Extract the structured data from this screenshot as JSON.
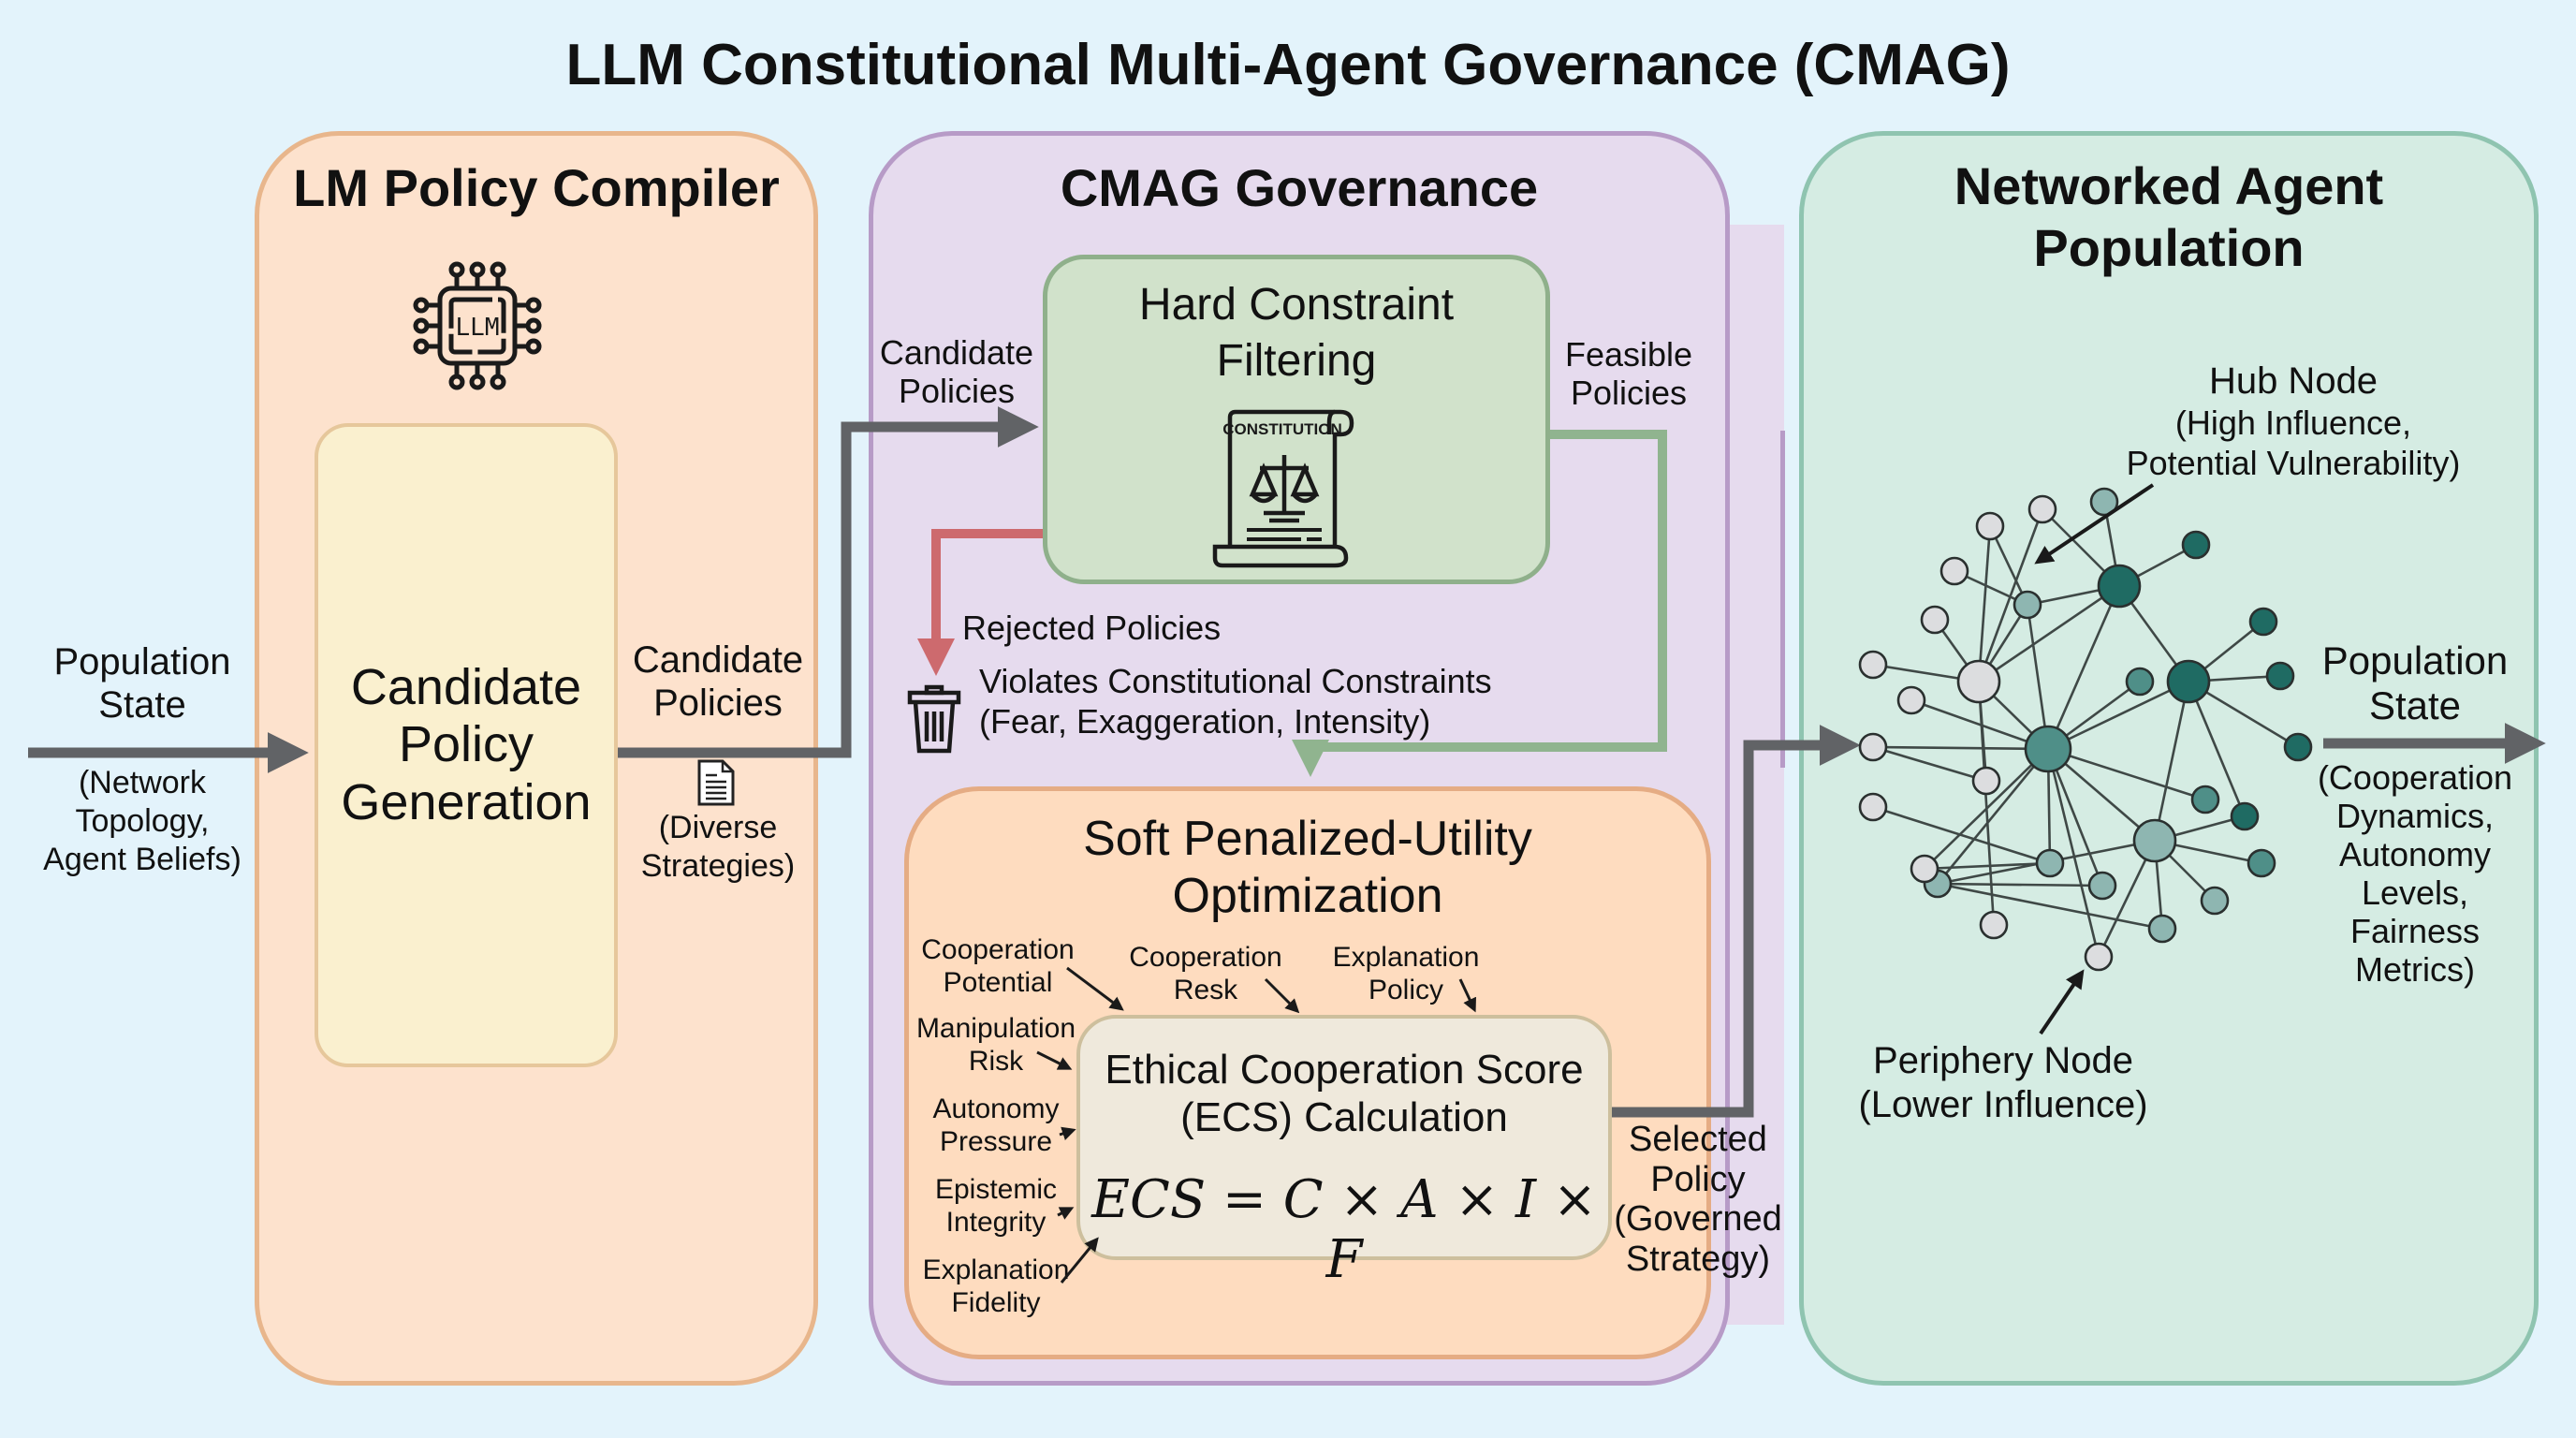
{
  "title": "LLM Constitutional Multi-Agent Governance (CMAG)",
  "colors": {
    "background": "#e3f3fb",
    "compiler_fill": "#fde2cd",
    "governance_fill": "#e6dbee",
    "network_fill": "#d5ece3",
    "hard_filter_fill": "#d1e2cb",
    "arrow_gray": "#616366",
    "reject_red": "#cd6a6e",
    "feasible_green": "#90b48f",
    "hub_node": "#1f6b63",
    "periphery_node": "#dcdddf"
  },
  "input": {
    "label_line1": "Population",
    "label_line2": "State",
    "detail_line1": "(Network",
    "detail_line2": "Topology,",
    "detail_line3": "Agent Beliefs)"
  },
  "compiler": {
    "title": "LM Policy Compiler",
    "chip_icon_label": "LLM",
    "generation_box": "Candidate Policy Generation",
    "output_label_line1": "Candidate",
    "output_label_line2": "Policies",
    "output_detail_line1": "(Diverse",
    "output_detail_line2": "Strategies)"
  },
  "governance": {
    "title": "CMAG Governance",
    "input_label_line1": "Candidate",
    "input_label_line2": "Policies",
    "hard_filter": {
      "title_line1": "Hard Constraint",
      "title_line2": "Filtering",
      "icon_label": "CONSTITUTION"
    },
    "feasible_label_line1": "Feasible",
    "feasible_label_line2": "Policies",
    "rejected": {
      "label": "Rejected Policies",
      "reason_line1": "Violates Constitutional Constraints",
      "reason_line2": "(Fear, Exaggeration, Intensity)"
    },
    "soft_opt": {
      "title_line1": "Soft Penalized-Utility",
      "title_line2": "Optimization",
      "factors": [
        {
          "line1": "Cooperation",
          "line2": "Potential"
        },
        {
          "line1": "Cooperation",
          "line2": "Resk"
        },
        {
          "line1": "Explanation",
          "line2": "Policy"
        },
        {
          "line1": "Manipulation",
          "line2": "Risk"
        },
        {
          "line1": "Autonomy",
          "line2": "Pressure"
        },
        {
          "line1": "Epistemic",
          "line2": "Integrity"
        },
        {
          "line1": "Explanation",
          "line2": "Fidelity"
        }
      ],
      "ecs_title_line1": "Ethical Cooperation Score",
      "ecs_title_line2": "(ECS) Calculation",
      "formula": "ECS = C × A × I × F"
    },
    "selected": {
      "line1": "Selected",
      "line2": "Policy",
      "line3": "(Governed",
      "line4": "Strategy)"
    }
  },
  "network": {
    "title_line1": "Networked Agent",
    "title_line2": "Population",
    "hub_label": {
      "line1": "Hub Node",
      "line2": "(High Influence,",
      "line3": "Potential Vulnerability)"
    },
    "periphery_label": {
      "line1": "Periphery Node",
      "line2": "(Lower Influence)"
    },
    "output": {
      "label_line1": "Population",
      "label_line2": "State",
      "detail_lines": [
        "(Cooperation",
        "Dynamics,",
        "Autonomy",
        "Levels,",
        "Fairness",
        "Metrics)"
      ]
    }
  }
}
